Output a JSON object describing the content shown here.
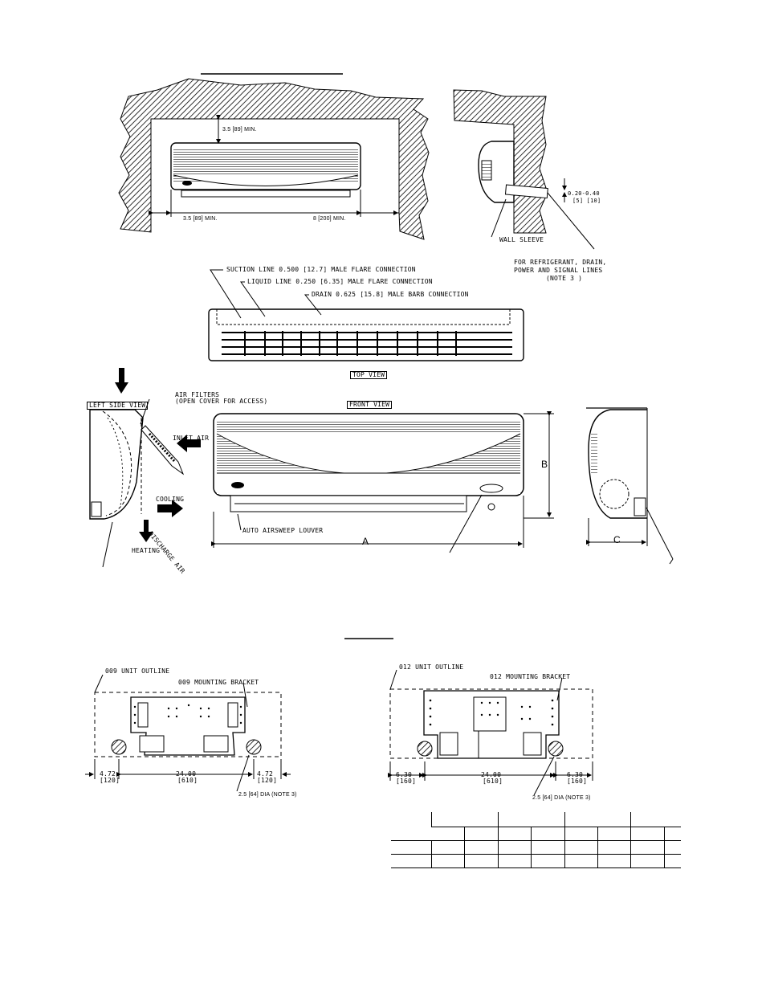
{
  "clearance": {
    "top": "3.5 [89] MIN.",
    "left": "3.5 [89] MIN.",
    "right": "8 [200] MIN."
  },
  "side_section": {
    "gap": "0.20-0.40",
    "gap_mm": "[5]  [10]",
    "wall_sleeve": "WALL SLEEVE",
    "lines_note_1": "FOR REFRIGERANT, DRAIN,",
    "lines_note_2": "POWER AND SIGNAL LINES",
    "lines_note_3": "(NOTE 3 )"
  },
  "top_view": {
    "suction": "SUCTION LINE 0.500 [12.7] MALE FLARE CONNECTION",
    "liquid": "LIQUID LINE 0.250 [6.35] MALE FLARE CONNECTION",
    "drain": "DRAIN 0.625 [15.8] MALE BARB CONNECTION",
    "label": "TOP VIEW"
  },
  "left_side_view": {
    "label": "LEFT SIDE VIEW",
    "air_filters_1": "AIR FILTERS",
    "air_filters_2": "(OPEN COVER FOR ACCESS)",
    "inlet_air": "INLET AIR",
    "cooling": "COOLING",
    "discharge_air": "DISCHARGE AIR",
    "heating": "HEATING"
  },
  "front_view": {
    "label": "FRONT VIEW",
    "louver": "AUTO AIRSWEEP LOUVER",
    "dim_a": "A",
    "dim_b": "B",
    "dim_c": "C"
  },
  "bracket_009": {
    "outline": "009 UNIT OUTLINE",
    "bracket": "009 MOUNTING BRACKET",
    "left_in": "4.72",
    "left_mm": "[120]",
    "center_in": "24.00",
    "center_mm": "[610]",
    "right_in": "4.72",
    "right_mm": "[120]",
    "hole": "2.5 [64] DIA (NOTE 3)"
  },
  "bracket_012": {
    "outline": "012 UNIT OUTLINE",
    "bracket": "012 MOUNTING BRACKET",
    "left_in": "6.30",
    "left_mm": "[160]",
    "center_in": "24.00",
    "center_mm": "[610]",
    "right_in": "6.30",
    "right_mm": "[160]",
    "hole": "2.5 [64] DIA (NOTE 3)"
  }
}
